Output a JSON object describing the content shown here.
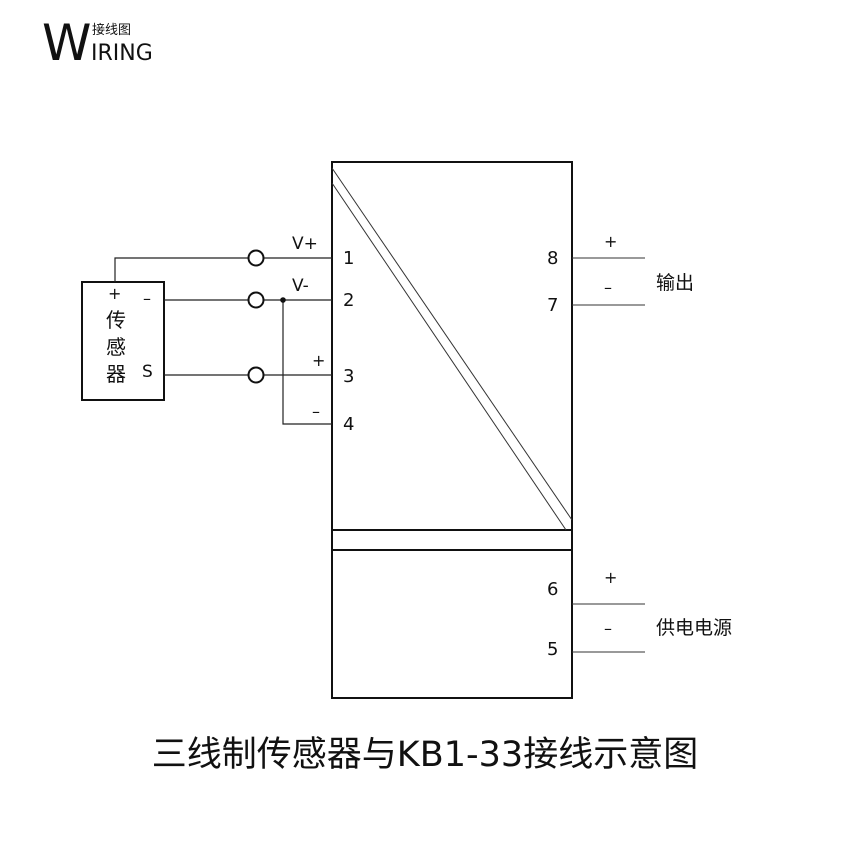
{
  "logo": {
    "big": "W",
    "small_top": "接线图",
    "small_bottom": "IRING"
  },
  "sensor": {
    "label": "传感器",
    "plus": "+",
    "minus": "–",
    "s": "S"
  },
  "terminals": {
    "t1": "1",
    "t2": "2",
    "t3": "3",
    "t4": "4",
    "t5": "5",
    "t6": "6",
    "t7": "7",
    "t8": "8",
    "vplus": "V+",
    "vminus": "V-",
    "t3_plus": "+",
    "t4_minus": "–"
  },
  "output": {
    "plus": "+",
    "minus": "–",
    "label": "输出"
  },
  "power": {
    "plus": "+",
    "minus": "–",
    "label": "供电电源"
  },
  "title": "三线制传感器与KB1-33接线示意图"
}
